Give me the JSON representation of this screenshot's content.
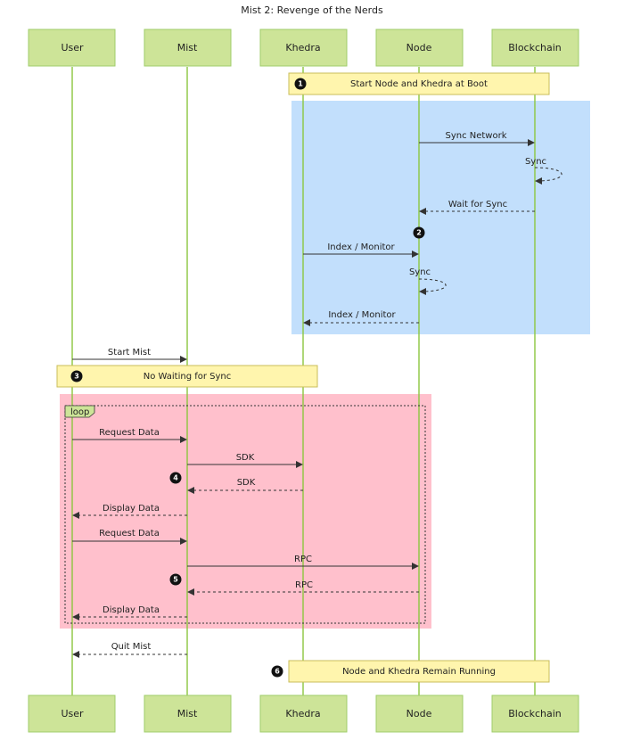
{
  "title": "Mist 2: Revenge of the Nerds",
  "actors": [
    "User",
    "Mist",
    "Khedra",
    "Node",
    "Blockchain"
  ],
  "notes": [
    {
      "badge": "1",
      "text": "Start Node and Khedra at Boot"
    },
    {
      "badge": "3",
      "text": "No Waiting for Sync"
    },
    {
      "badge": "6",
      "text": "Node and Khedra Remain Running"
    }
  ],
  "badges": [
    "2",
    "4",
    "5"
  ],
  "loop_label": "loop",
  "messages": {
    "sync_network": "Sync Network",
    "sync_self_bc": "Sync",
    "wait_for_sync": "Wait for Sync",
    "index_monitor": "Index / Monitor",
    "sync_self_node": "Sync",
    "index_monitor_return": "Index / Monitor",
    "start_mist": "Start Mist",
    "request_data_1": "Request Data",
    "sdk_request": "SDK",
    "sdk_response": "SDK",
    "display_data_1": "Display Data",
    "request_data_2": "Request Data",
    "rpc_request": "RPC",
    "rpc_response": "RPC",
    "display_data_2": "Display Data",
    "quit_mist": "Quit Mist"
  },
  "colors": {
    "actor_fill": "#cde498",
    "lifeline": "#8cc63f",
    "note_fill": "#fff5ad",
    "boot_region": "#c2dffc",
    "loop_region": "#ffc0cc"
  }
}
